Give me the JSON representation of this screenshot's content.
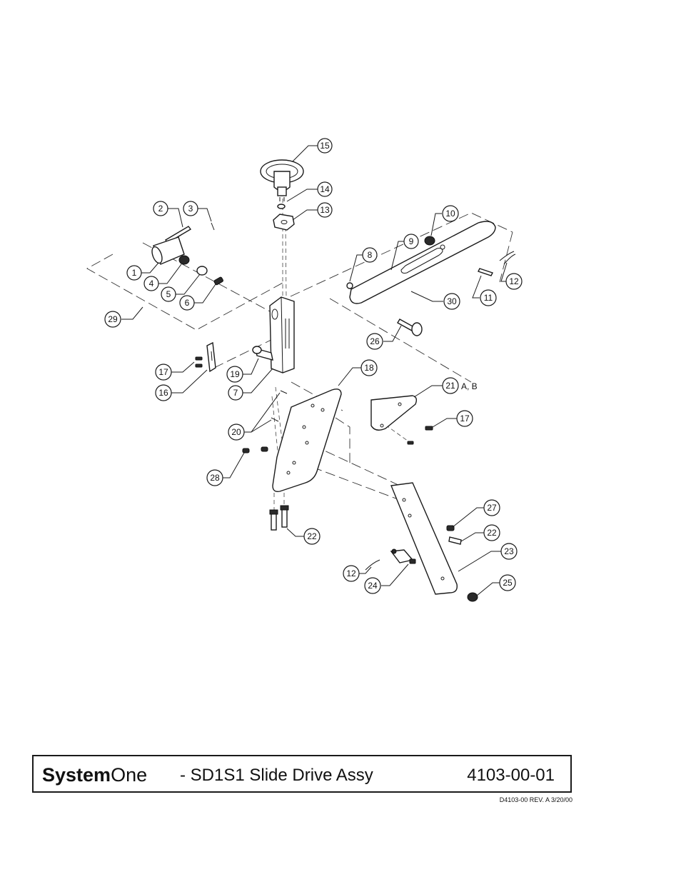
{
  "title_block": {
    "brand_bold": "System",
    "brand_regular": "One",
    "description": "- SD1S1 Slide Drive Assy",
    "part_number": "4103-00-01"
  },
  "revision": "D4103-00 REV. A   3/20/00",
  "callouts": {
    "c1": "1",
    "c2": "2",
    "c3": "3",
    "c4": "4",
    "c5": "5",
    "c6": "6",
    "c7": "7",
    "c8": "8",
    "c9": "9",
    "c10": "10",
    "c11": "11",
    "c12a": "12",
    "c12b": "12",
    "c13": "13",
    "c14": "14",
    "c15": "15",
    "c16": "16",
    "c17a": "17",
    "c17b": "17",
    "c18": "18",
    "c19": "19",
    "c20": "20",
    "c21": "21",
    "c21_suffix": "A, B",
    "c22a": "22",
    "c22b": "22",
    "c23": "23",
    "c24": "24",
    "c25": "25",
    "c26": "26",
    "c27": "27",
    "c28": "28",
    "c29": "29",
    "c30": "30"
  }
}
